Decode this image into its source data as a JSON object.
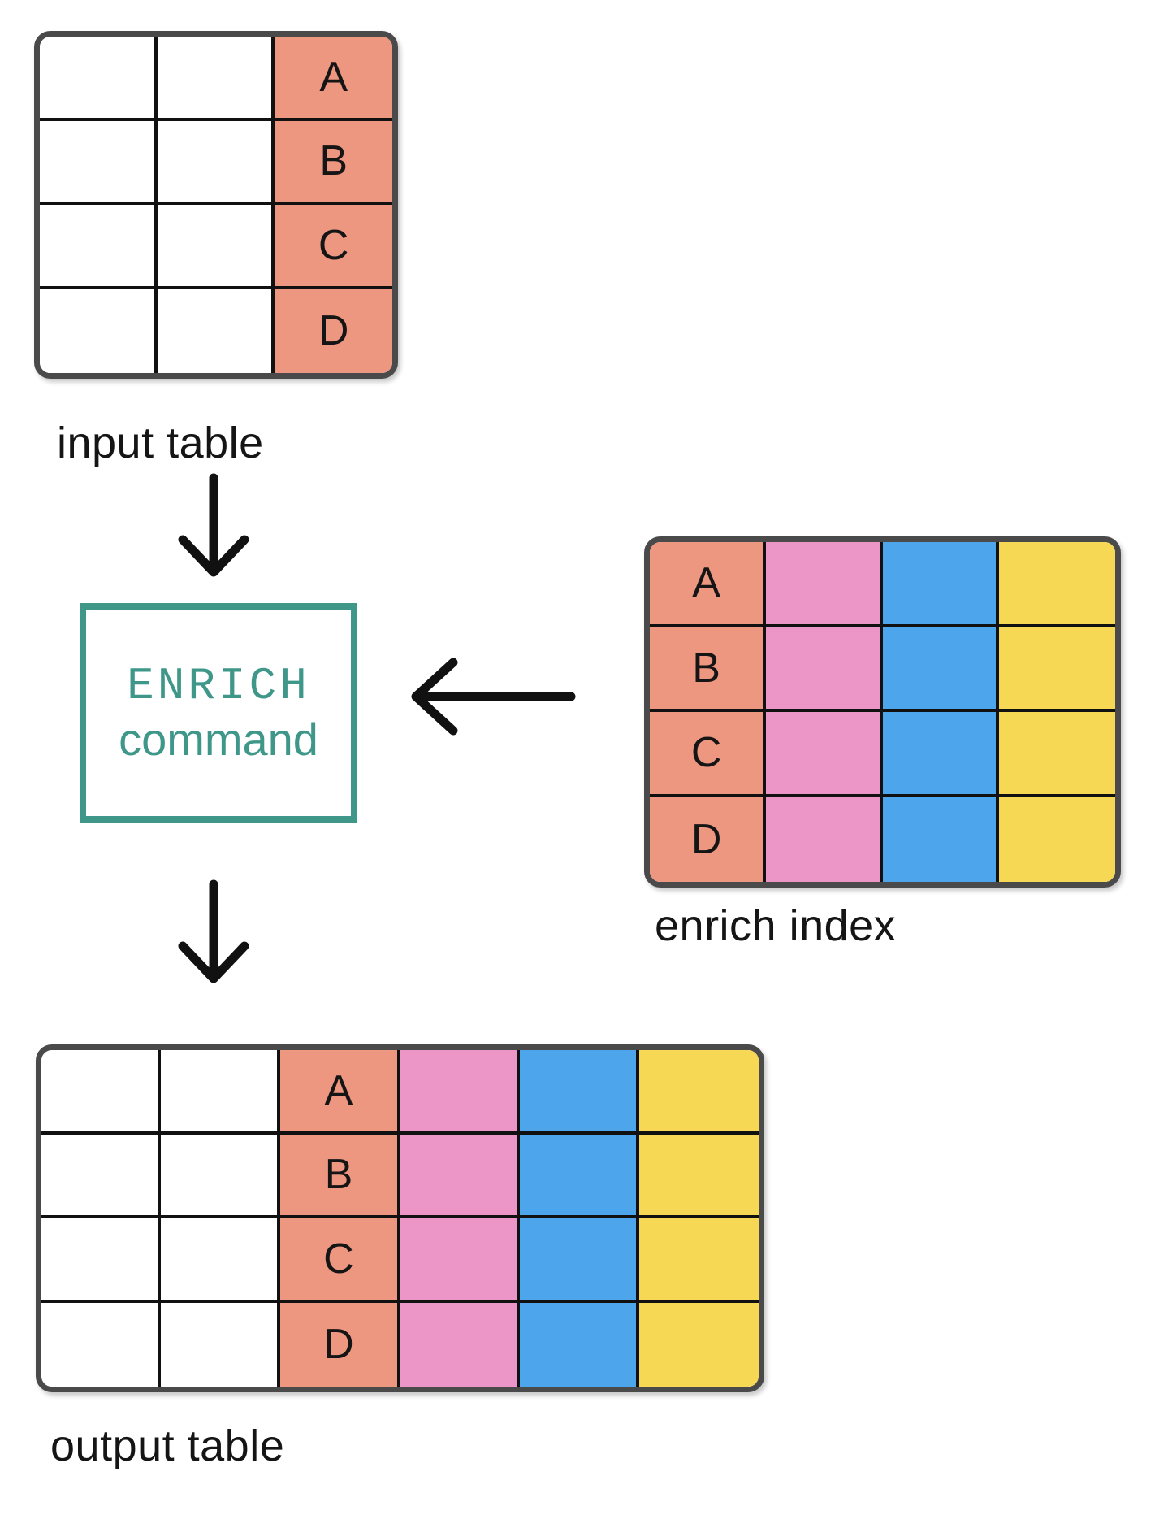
{
  "colors": {
    "key": "#ED9780",
    "pink": "#EC96C8",
    "blue": "#4DA6EC",
    "yellow": "#F7D855",
    "teal": "#3E9789",
    "table-border": "#4A4A4A",
    "gridline": "#111111",
    "ink": "#151515",
    "background": "#FFFFFF"
  },
  "input_table": {
    "label": "input table",
    "columns": 3,
    "rows": 4,
    "key_values": [
      "A",
      "B",
      "C",
      "D"
    ]
  },
  "enrich_index": {
    "label": "enrich index",
    "columns": 4,
    "rows": 4,
    "key_values": [
      "A",
      "B",
      "C",
      "D"
    ]
  },
  "output_table": {
    "label": "output table",
    "columns": 6,
    "rows": 4,
    "key_values": [
      "A",
      "B",
      "C",
      "D"
    ]
  },
  "command_box": {
    "title": "ENRICH",
    "subtitle": "command"
  }
}
